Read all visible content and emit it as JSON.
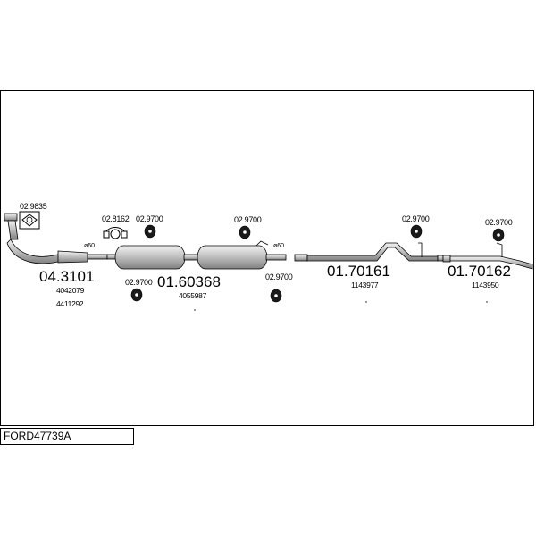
{
  "model_code": "FORD47739A",
  "parts": [
    {
      "part_no": "04.3101",
      "oem": [
        "4042079",
        "4411292"
      ]
    },
    {
      "part_no": "01.60368",
      "oem": [
        "4055987"
      ]
    },
    {
      "part_no": "01.70161",
      "oem": [
        "1143977"
      ]
    },
    {
      "part_no": "01.70162",
      "oem": [
        "1143950"
      ]
    }
  ],
  "accessories": {
    "gasket_top": "02.9835",
    "clamp": "02.8162",
    "rubber_1": "02.9700",
    "rubber_2": "02.9700",
    "rubber_3": "02.9700",
    "rubber_4": "02.9700",
    "rubber_5": "02.9700",
    "rubber_6": "02.9700"
  },
  "diameters": {
    "d1": "ø60",
    "d2": "ø60"
  },
  "colors": {
    "line": "#000000",
    "part_fill": "#d6d6d6",
    "rubber_fill": "#1a1a1a"
  }
}
